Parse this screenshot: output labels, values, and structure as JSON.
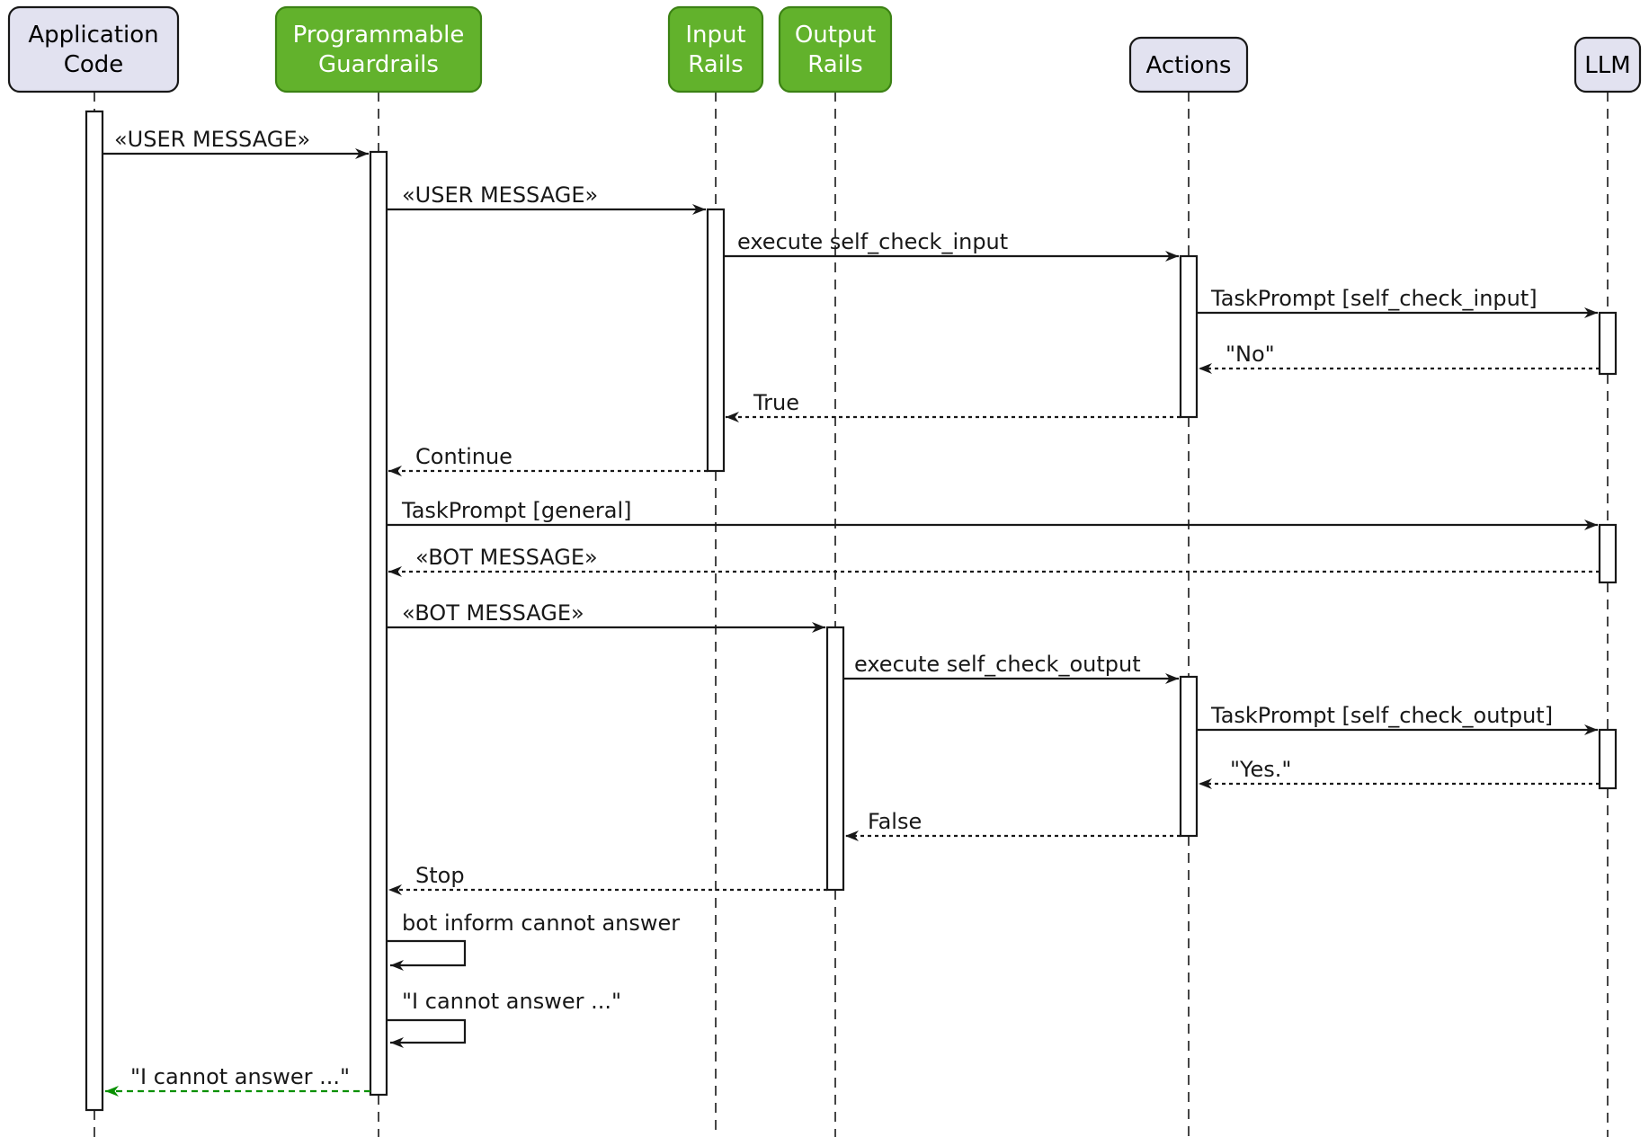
{
  "diagram": {
    "kind": "uml-sequence-diagram",
    "colors": {
      "background": "#ffffff",
      "line": "#181818",
      "participant_light_fill": "#e2e2f0",
      "participant_light_border": "#181818",
      "participant_green_fill": "#62b22c",
      "participant_green_border": "#3c8214",
      "participant_green_text": "#ffffff",
      "participant_light_text": "#000000",
      "return_green": "#089000"
    },
    "participants": [
      {
        "name": "Application Code",
        "line1": "Application",
        "line2": "Code",
        "fill": "#e2e2f0"
      },
      {
        "name": "Programmable Guardrails",
        "line1": "Programmable",
        "line2": "Guardrails",
        "fill": "#62b22c"
      },
      {
        "name": "Input Rails",
        "line1": "Input",
        "line2": "Rails",
        "fill": "#62b22c"
      },
      {
        "name": "Output Rails",
        "line1": "Output",
        "line2": "Rails",
        "fill": "#62b22c"
      },
      {
        "name": "Actions",
        "line1": "Actions",
        "fill": "#e2e2f0"
      },
      {
        "name": "LLM",
        "line1": "LLM",
        "fill": "#e2e2f0"
      }
    ],
    "messages": [
      {
        "label": "«USER MESSAGE»",
        "from": "Application Code",
        "to": "Programmable Guardrails",
        "style": "solid"
      },
      {
        "label": "«USER MESSAGE»",
        "from": "Programmable Guardrails",
        "to": "Input Rails",
        "style": "solid"
      },
      {
        "label": "execute self_check_input",
        "from": "Input Rails",
        "to": "Actions",
        "style": "solid"
      },
      {
        "label": "TaskPrompt [self_check_input]",
        "from": "Actions",
        "to": "LLM",
        "style": "solid"
      },
      {
        "label": "\"No\"",
        "from": "LLM",
        "to": "Actions",
        "style": "dotted-return"
      },
      {
        "label": "True",
        "from": "Actions",
        "to": "Input Rails",
        "style": "dotted-return"
      },
      {
        "label": "Continue",
        "from": "Input Rails",
        "to": "Programmable Guardrails",
        "style": "dotted-return"
      },
      {
        "label": "TaskPrompt [general]",
        "from": "Programmable Guardrails",
        "to": "LLM",
        "style": "solid"
      },
      {
        "label": "«BOT MESSAGE»",
        "from": "LLM",
        "to": "Programmable Guardrails",
        "style": "dotted-return"
      },
      {
        "label": "«BOT MESSAGE»",
        "from": "Programmable Guardrails",
        "to": "Output Rails",
        "style": "solid"
      },
      {
        "label": "execute self_check_output",
        "from": "Output Rails",
        "to": "Actions",
        "style": "solid"
      },
      {
        "label": "TaskPrompt [self_check_output]",
        "from": "Actions",
        "to": "LLM",
        "style": "solid"
      },
      {
        "label": "\"Yes.\"",
        "from": "LLM",
        "to": "Actions",
        "style": "dotted-return"
      },
      {
        "label": "False",
        "from": "Actions",
        "to": "Output Rails",
        "style": "dotted-return"
      },
      {
        "label": "Stop",
        "from": "Output Rails",
        "to": "Programmable Guardrails",
        "style": "dotted-return"
      },
      {
        "label": "bot inform cannot answer",
        "from": "Programmable Guardrails",
        "to": "Programmable Guardrails",
        "style": "self"
      },
      {
        "label": "\"I cannot answer ...\"",
        "from": "Programmable Guardrails",
        "to": "Programmable Guardrails",
        "style": "self"
      },
      {
        "label": "\"I cannot answer ...\"",
        "from": "Programmable Guardrails",
        "to": "Application Code",
        "style": "dotted-return-green"
      }
    ]
  }
}
